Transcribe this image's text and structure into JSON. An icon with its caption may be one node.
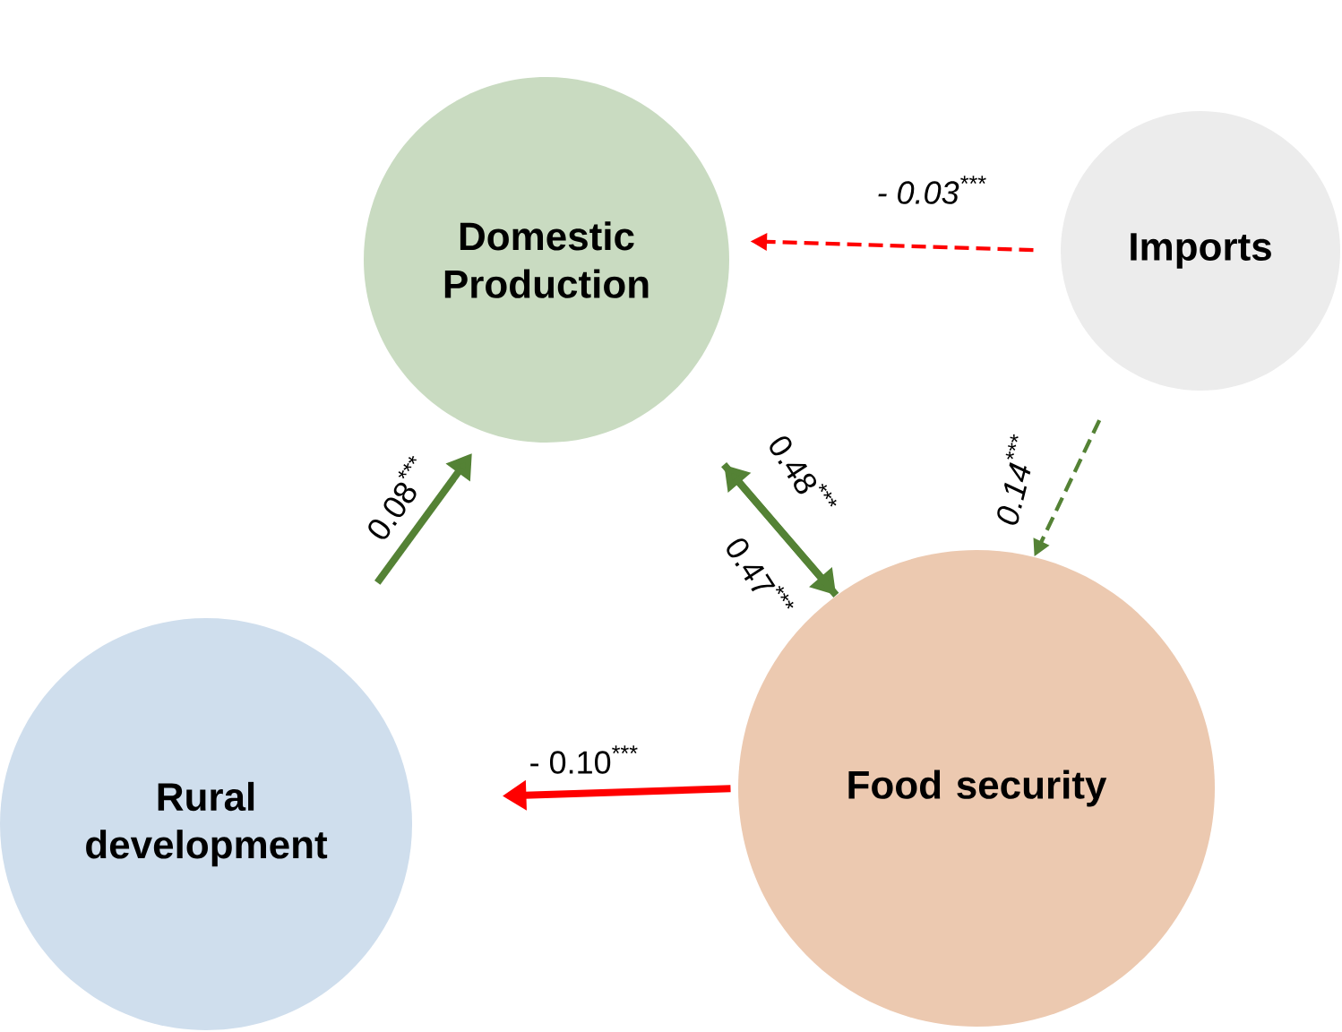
{
  "diagram": {
    "nodes": [
      {
        "text": [
          "Domestic Production"
        ]
      },
      {
        "text": [
          "Imports"
        ]
      },
      {
        "text": [
          "Rural development"
        ]
      },
      {
        "text": [
          "Food security"
        ]
      }
    ],
    "edges": [
      {
        "from": 2,
        "to": 0,
        "arrow": "to",
        "label": "0.08$^{***}$"
      },
      {
        "from": 0,
        "to": 3,
        "arrow": "to",
        "label": "0.48$^{***}$"
      },
      {
        "from": 3,
        "to": 0,
        "arrow": "to",
        "label": "0.47$^{***}$"
      },
      {
        "from": 1,
        "to": 0,
        "arrow": "to",
        "label": "- 0.03$^{***}$",
        "style": "dashed",
        "color": "#ff0000"
      },
      {
        "from": 1,
        "to": 3,
        "arrow": "to",
        "label": "0.14$^{***}$",
        "style": "dashed"
      },
      {
        "from": 3,
        "to": 2,
        "arrow": "to",
        "label": "- 0.10$^{***}$",
        "color": "#ff0000"
      }
    ]
  }
}
